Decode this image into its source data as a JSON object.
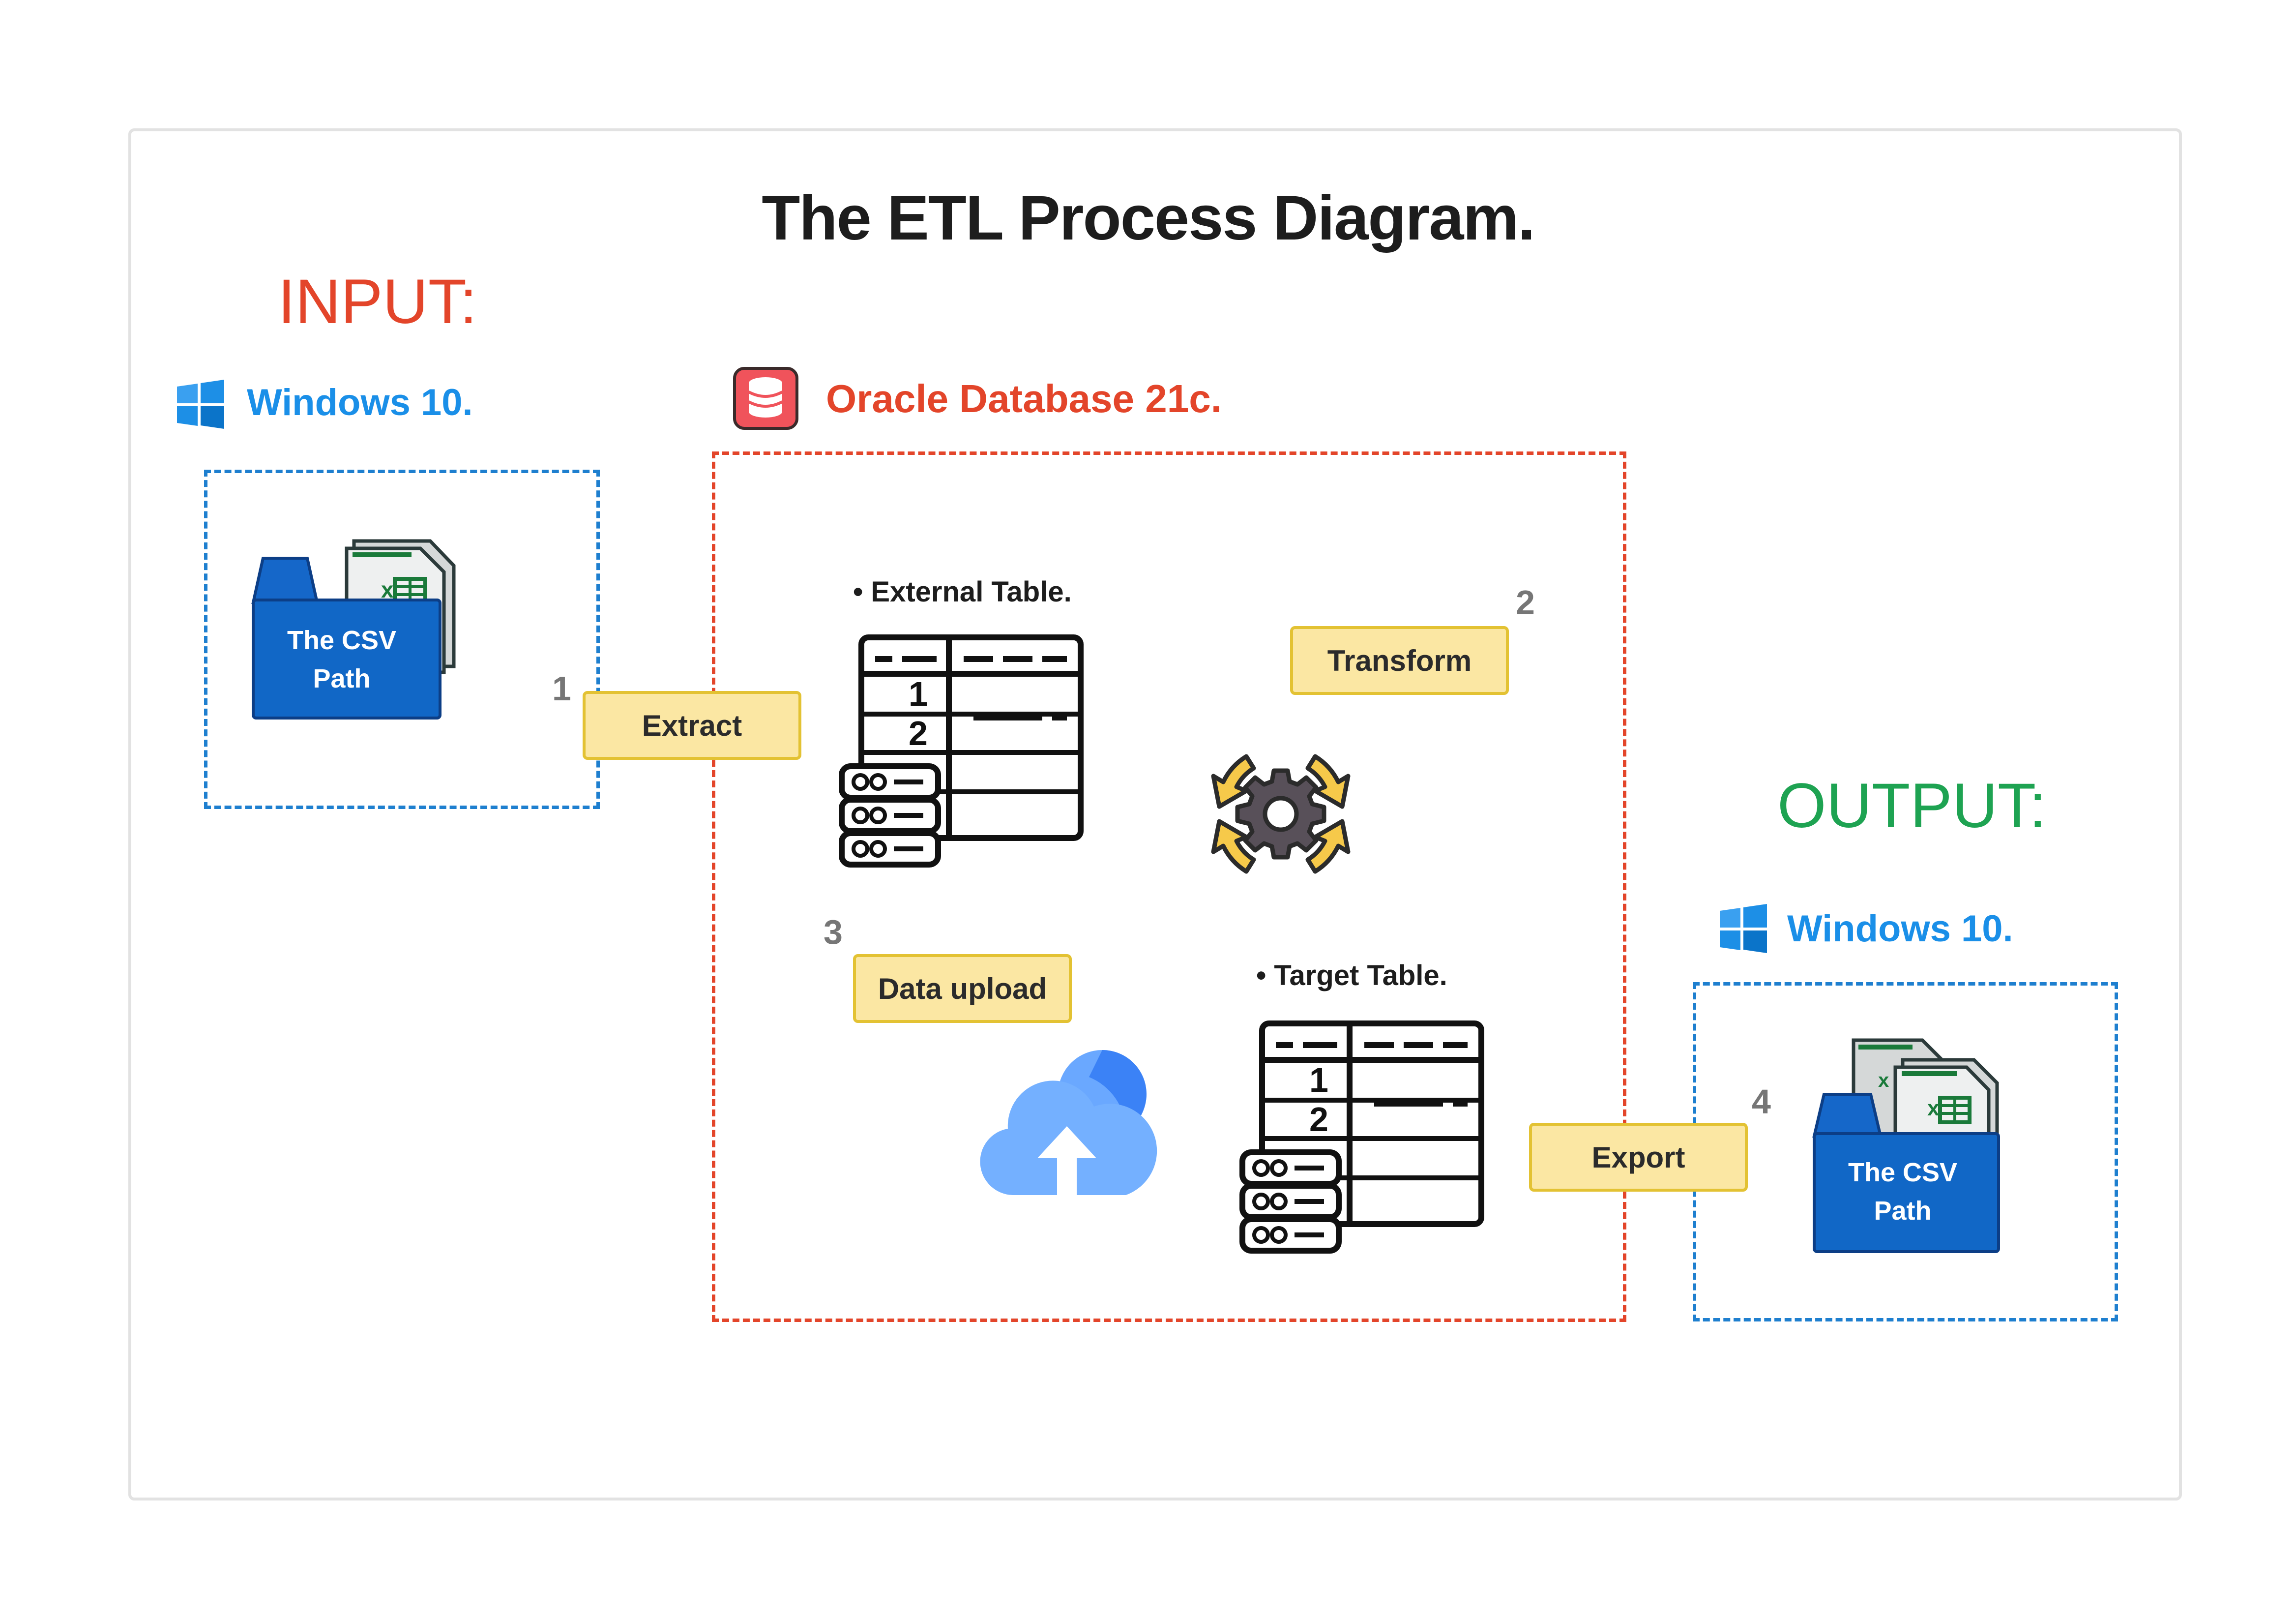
{
  "title": "The ETL Process Diagram.",
  "input": {
    "label": "INPUT:",
    "os_label": "Windows 10.",
    "folder_label": "The CSV Path"
  },
  "output": {
    "label": "OUTPUT:",
    "os_label": "Windows 10.",
    "folder_label": "The CSV Path"
  },
  "database": {
    "label": "Oracle Database 21c.",
    "external_table": "External Table.",
    "target_table": "Target Table."
  },
  "steps": [
    {
      "number": "1",
      "label": "Extract"
    },
    {
      "number": "2",
      "label": "Transform"
    },
    {
      "number": "3",
      "label": "Data upload"
    },
    {
      "number": "4",
      "label": "Export"
    }
  ],
  "table_row_numbers": [
    "1",
    "2"
  ],
  "icons": [
    "windows-icon",
    "database-icon",
    "folder-icon",
    "excel-file-icon",
    "table-icon",
    "server-icon",
    "gear-cycle-icon",
    "cloud-upload-icon"
  ],
  "colors": {
    "input_accent": "#e3452a",
    "output_accent": "#1ea352",
    "windows_blue": "#1a8fe8",
    "oracle_red": "#e3452a",
    "tag_fill": "#fbe7a3",
    "tag_border": "#e3c233"
  }
}
